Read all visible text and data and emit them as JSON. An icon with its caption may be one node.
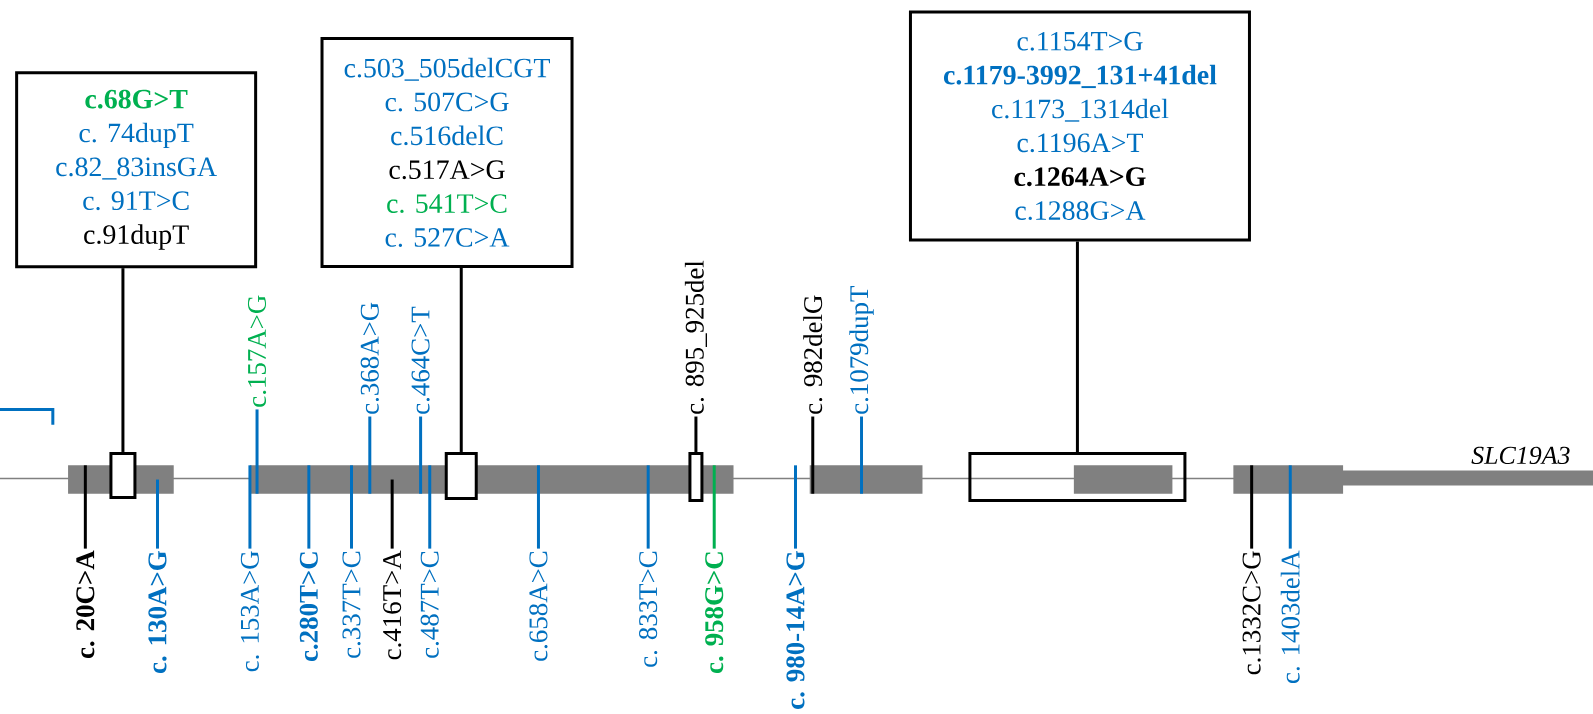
{
  "diagram": {
    "nodes": [
      {
        "text": [
          "c.68G>T",
          "c. 74dupT",
          "c.82_83insGA",
          "c. 91T>C",
          "c.91dupT"
        ]
      },
      {
        "text": [
          "c.503_505delCGT",
          "c. 507C>G",
          "c.516delC",
          "c.517A>G",
          "c. 541T>C",
          "c. 527C>A"
        ]
      },
      {
        "text": [
          "c.1154T>G",
          "c.1179-3992_131+41del",
          "c.1173_1314del",
          "c.1196A>T",
          "c.1264A>G",
          "c.1288G>A"
        ]
      },
      {
        "text": [
          "c.157A>G"
        ]
      },
      {
        "text": [
          "c.368A>G"
        ]
      },
      {
        "text": [
          "c.464C>T"
        ]
      },
      {
        "text": [
          "c. 895_925del"
        ]
      },
      {
        "text": [
          "c. 982delG"
        ]
      },
      {
        "text": [
          "c.1079dupT"
        ]
      },
      {
        "text": [],
        "shape": "box"
      },
      {
        "text": [],
        "shape": "box"
      },
      {
        "text": [],
        "shape": "box"
      },
      {
        "text": [],
        "shape": "box"
      },
      {
        "text": [
          "c. 20C>A"
        ]
      },
      {
        "text": [
          "c. 130A>G"
        ]
      },
      {
        "text": [
          "c. 153A>G"
        ]
      },
      {
        "text": [
          "c.280T>C"
        ]
      },
      {
        "text": [
          "c.337T>C"
        ]
      },
      {
        "text": [
          "c.416T>A"
        ]
      },
      {
        "text": [
          "c.487T>C"
        ]
      },
      {
        "text": [
          "c.658A>C"
        ]
      },
      {
        "text": [
          "c. 833T>C"
        ]
      },
      {
        "text": [
          "c. 958G>C"
        ]
      },
      {
        "text": [
          "c. 980-14A>G"
        ]
      },
      {
        "text": [
          "c.1332C>G"
        ]
      },
      {
        "text": [
          "c. 1403delA"
        ]
      },
      {
        "text": [],
        "shape": "bar",
        "beside": [
          "SLC19A3"
        ]
      }
    ],
    "edges": [
      {
        "from": 0,
        "to": 9,
        "arrow": "none",
        "color": "#000000"
      },
      {
        "from": 1,
        "to": 10,
        "arrow": "none",
        "color": "#000000"
      },
      {
        "from": 2,
        "to": 12,
        "arrow": "none",
        "color": "#000000"
      },
      {
        "from": 6,
        "to": 11,
        "arrow": "none",
        "color": "#000000"
      },
      {
        "from": 3,
        "to": 26,
        "arrow": "none"
      },
      {
        "from": 4,
        "to": 26,
        "arrow": "none"
      },
      {
        "from": 5,
        "to": 26,
        "arrow": "none"
      },
      {
        "from": 7,
        "to": 26,
        "arrow": "none",
        "color": "#000000"
      },
      {
        "from": 8,
        "to": 26,
        "arrow": "none"
      },
      {
        "from": 13,
        "to": 26,
        "arrow": "none",
        "color": "#000000"
      },
      {
        "from": 14,
        "to": 26,
        "arrow": "none"
      },
      {
        "from": 15,
        "to": 26,
        "arrow": "none"
      },
      {
        "from": 16,
        "to": 26,
        "arrow": "none"
      },
      {
        "from": 17,
        "to": 26,
        "arrow": "none"
      },
      {
        "from": 18,
        "to": 26,
        "arrow": "none",
        "color": "#000000"
      },
      {
        "from": 19,
        "to": 26,
        "arrow": "none"
      },
      {
        "from": 20,
        "to": 26,
        "arrow": "none"
      },
      {
        "from": 21,
        "to": 26,
        "arrow": "none"
      },
      {
        "from": 22,
        "to": 26,
        "arrow": "none",
        "color": "#00b050"
      },
      {
        "from": 23,
        "to": 26,
        "arrow": "none"
      },
      {
        "from": 24,
        "to": 26,
        "arrow": "none",
        "color": "#000000"
      },
      {
        "from": 25,
        "to": 26,
        "arrow": "none"
      }
    ]
  }
}
